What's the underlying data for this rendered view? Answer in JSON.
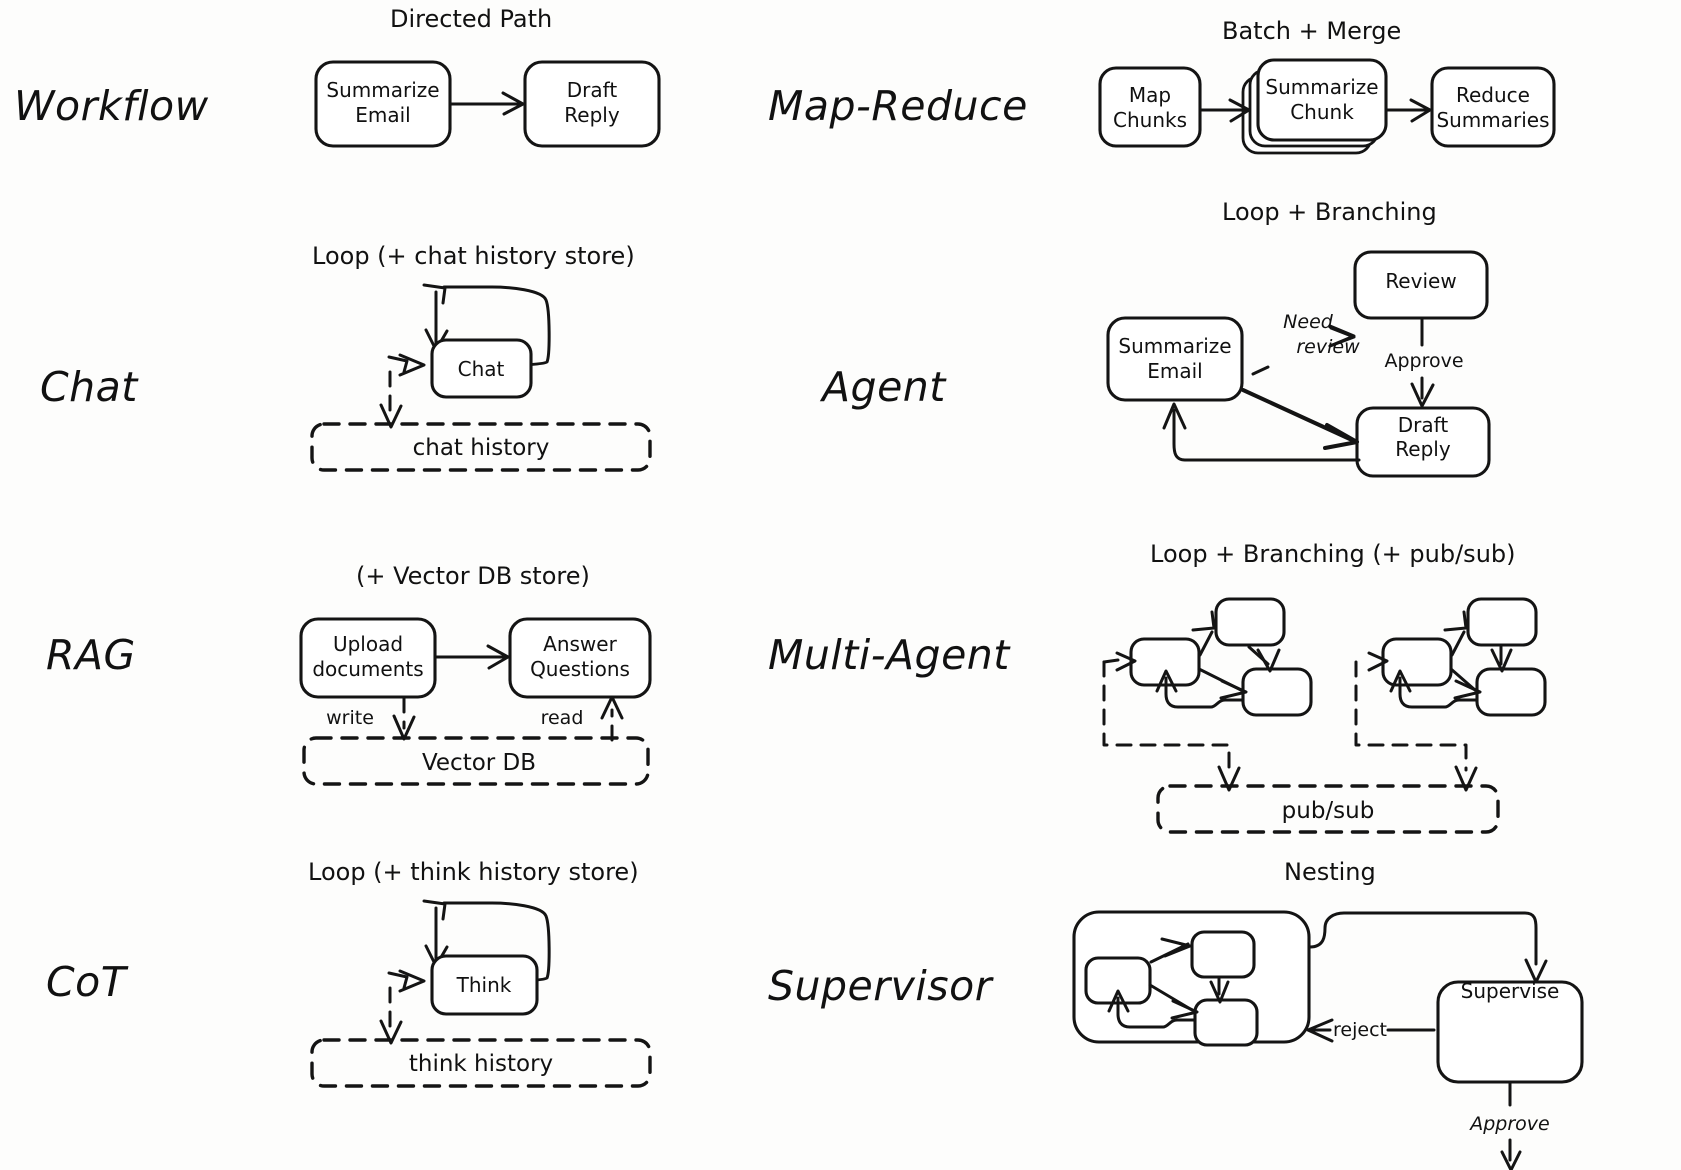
{
  "diagram": {
    "title_present": false,
    "style": "hand-drawn sketch",
    "background": "#fdfdfc",
    "ink": "#141414"
  },
  "rows": [
    {
      "label": "Workflow",
      "caption": "Directed Path",
      "nodes": [
        "Summarize Email",
        "Draft Reply"
      ],
      "edge_labels": [],
      "store": null
    },
    {
      "label": "Map-Reduce",
      "caption": "Batch + Merge",
      "nodes": [
        "Map Chunks",
        "Summarize Chunk",
        "Reduce Summaries"
      ],
      "edge_labels": [],
      "store": null
    },
    {
      "label": "Chat",
      "caption": "Loop (+ chat history store)",
      "nodes": [
        "Chat"
      ],
      "edge_labels": [],
      "store": "chat history"
    },
    {
      "label": "Agent",
      "caption": "Loop + Branching",
      "nodes": [
        "Summarize Email",
        "Review",
        "Draft Reply"
      ],
      "edge_labels": [
        "Need review",
        "Approve"
      ],
      "store": null
    },
    {
      "label": "RAG",
      "caption": "(+ Vector DB store)",
      "nodes": [
        "Upload documents",
        "Answer Questions"
      ],
      "edge_labels": [
        "write",
        "read"
      ],
      "store": "Vector DB"
    },
    {
      "label": "Multi-Agent",
      "caption": "Loop + Branching (+ pub/sub)",
      "nodes": [
        "",
        "",
        "",
        "",
        "",
        ""
      ],
      "edge_labels": [],
      "store": "pub/sub"
    },
    {
      "label": "CoT",
      "caption": "Loop (+ think history store)",
      "nodes": [
        "Think"
      ],
      "edge_labels": [],
      "store": "think history"
    },
    {
      "label": "Supervisor",
      "caption": "Nesting",
      "nodes": [
        "",
        "",
        "",
        "Supervise"
      ],
      "edge_labels": [
        "reject",
        "Approve"
      ],
      "store": null
    }
  ],
  "labels": {
    "workflow": "Workflow",
    "map_reduce": "Map-Reduce",
    "chat": "Chat",
    "agent": "Agent",
    "rag": "RAG",
    "multi_agent": "Multi-Agent",
    "cot": "CoT",
    "supervisor": "Supervisor"
  },
  "captions": {
    "directed_path": "Directed Path",
    "batch_merge": "Batch + Merge",
    "loop_chat": "Loop (+ chat history store)",
    "loop_branching": "Loop + Branching",
    "vector_db_store": "(+ Vector DB store)",
    "loop_branching_pubsub": "Loop + Branching (+ pub/sub)",
    "loop_think": "Loop (+ think history store)",
    "nesting": "Nesting"
  },
  "nodes": {
    "summarize": "Summarize",
    "email": "Email",
    "draft": "Draft",
    "reply": "Reply",
    "map": "Map",
    "chunks": "Chunks",
    "summarize2": "Summarize",
    "chunk": "Chunk",
    "reduce": "Reduce",
    "summaries": "Summaries",
    "chat_node": "Chat",
    "review": "Review",
    "upload": "Upload",
    "documents": "documents",
    "answer": "Answer",
    "questions": "Questions",
    "think_node": "Think",
    "supervise": "Supervise"
  },
  "stores": {
    "chat_history": "chat history",
    "vector_db": "Vector DB",
    "pub_sub": "pub/sub",
    "think_history": "think history"
  },
  "edges": {
    "need": "Need",
    "review_lbl": "review",
    "approve": "Approve",
    "write": "write",
    "read": "read",
    "reject": "reject",
    "approve2": "Approve"
  }
}
